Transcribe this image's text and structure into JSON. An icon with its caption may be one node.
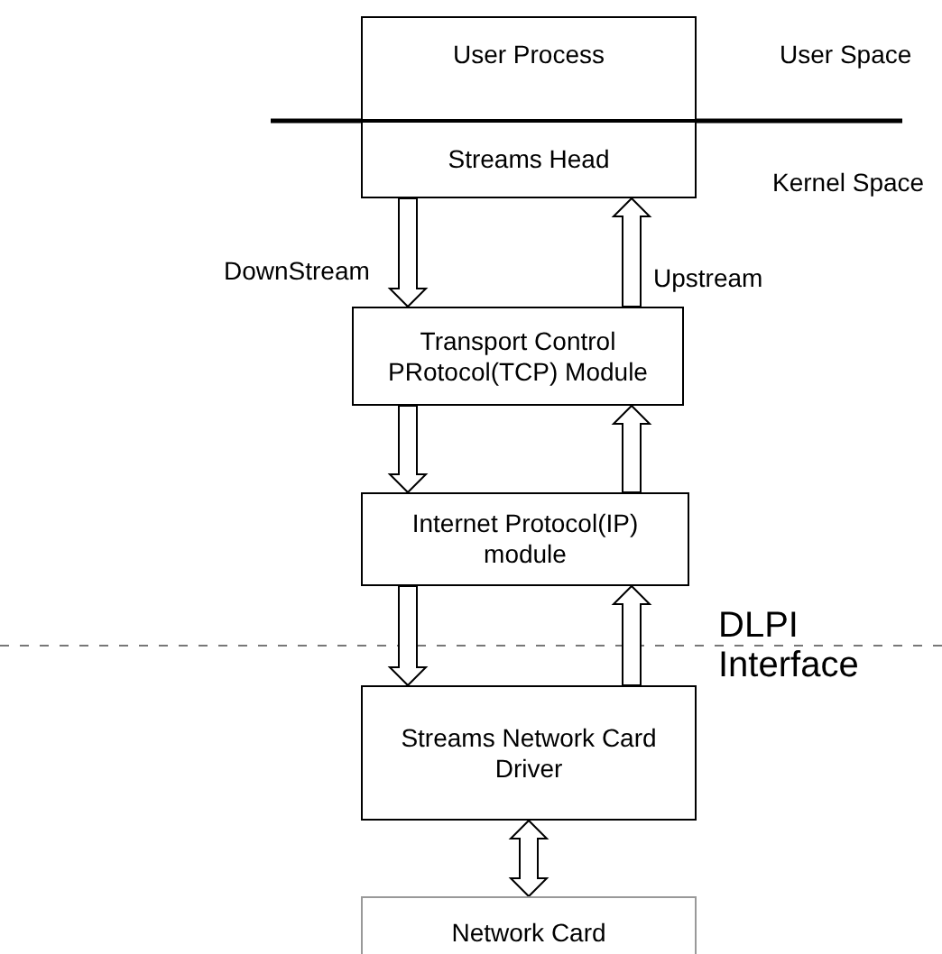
{
  "diagram": {
    "nodes": [
      {
        "text": [
          "User Process"
        ]
      },
      {
        "text": [
          "Streams Head"
        ]
      },
      {
        "text": [
          "Transport Control PRotocol(TCP) Module"
        ]
      },
      {
        "text": [
          "Internet Protocol(IP) module"
        ]
      },
      {
        "text": [
          "Streams Network Card Driver"
        ]
      },
      {
        "text": [
          "Network Card"
        ]
      }
    ],
    "edges": [
      {
        "from": 1,
        "to": 2,
        "arrow": "to",
        "label": "DownStream"
      },
      {
        "from": 2,
        "to": 1,
        "arrow": "to",
        "label": "Upstream"
      },
      {
        "from": 2,
        "to": 3,
        "arrow": "to"
      },
      {
        "from": 3,
        "to": 2,
        "arrow": "to"
      },
      {
        "from": 3,
        "to": 4,
        "arrow": "to"
      },
      {
        "from": 4,
        "to": 3,
        "arrow": "to"
      },
      {
        "from": 4,
        "to": 5,
        "arrow": "both"
      }
    ],
    "labels": [
      "User Space",
      "Kernel Space",
      "DLPI Interface"
    ]
  }
}
